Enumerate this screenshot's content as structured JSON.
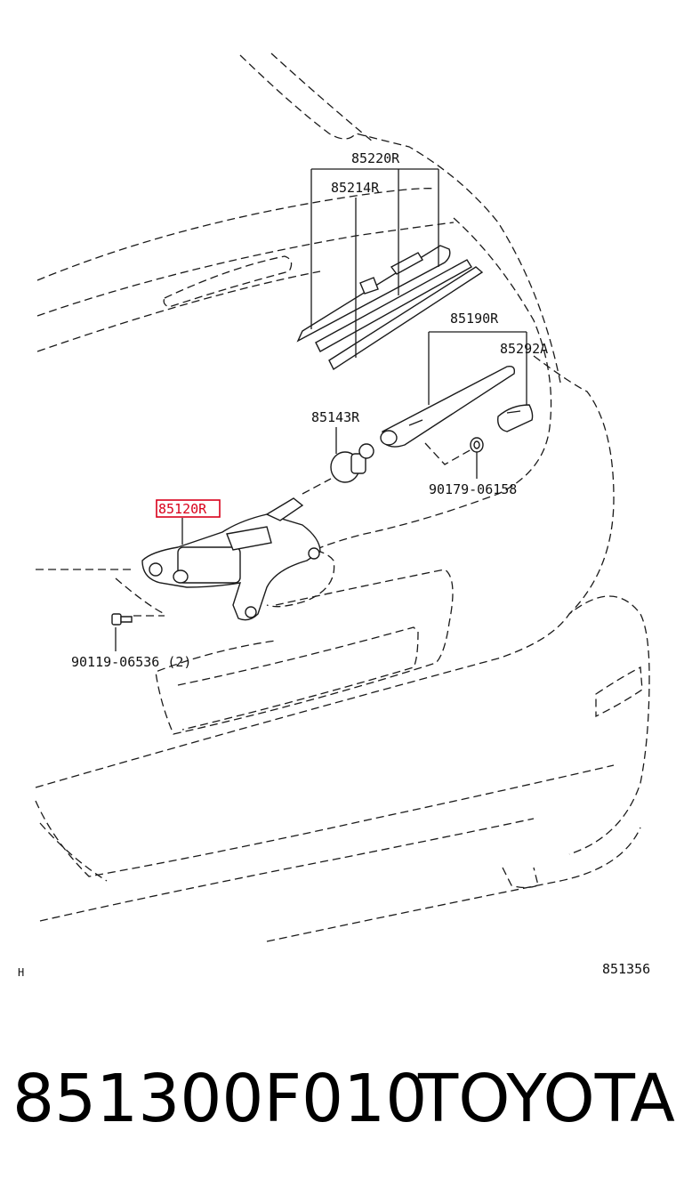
{
  "diagram": {
    "labels": {
      "p85220R": "85220R",
      "p85214R": "85214R",
      "p85190R": "85190R",
      "p85292A": "85292A",
      "p85143R": "85143R",
      "p90179": "90179-06158",
      "p85120R": "85120R",
      "p90119": "90119-06536 (2)"
    },
    "highlight_color": "#d9001b",
    "corner_left": "H",
    "figure_code": "851356"
  },
  "footer": {
    "part_number": "851300F010",
    "brand": "TOYOTA"
  }
}
